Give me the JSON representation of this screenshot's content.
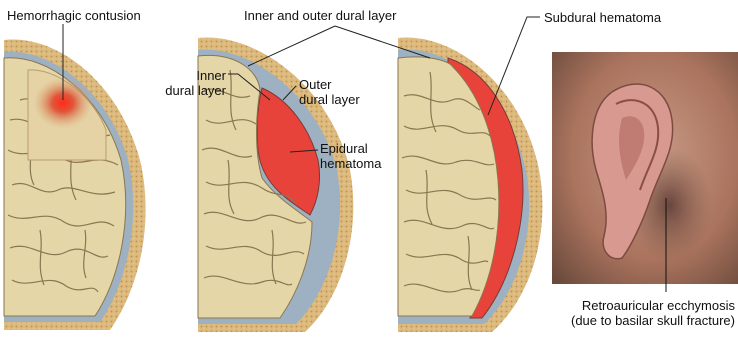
{
  "labels": {
    "hemorrhagic_contusion": "Hemorrhagic contusion",
    "inner_outer_dural": "Inner and outer dural layer",
    "subdural_hematoma": "Subdural hematoma",
    "inner_dural_1": "Inner",
    "inner_dural_2": "dural layer",
    "outer_dural_1": "Outer",
    "outer_dural_2": "dural layer",
    "epidural_1": "Epidural",
    "epidural_2": "hematoma",
    "retro_1": "Retroauricular ecchymosis",
    "retro_2": "(due to basilar skull fracture)"
  },
  "colors": {
    "skull": "#d9b57a",
    "skull_dots": "#c89a55",
    "brain": "#e3d4a2",
    "gyri": "#8c7a4e",
    "dura": "#8fa6b8",
    "blood": "#e8433a",
    "photo_skin": "#b9806a"
  }
}
